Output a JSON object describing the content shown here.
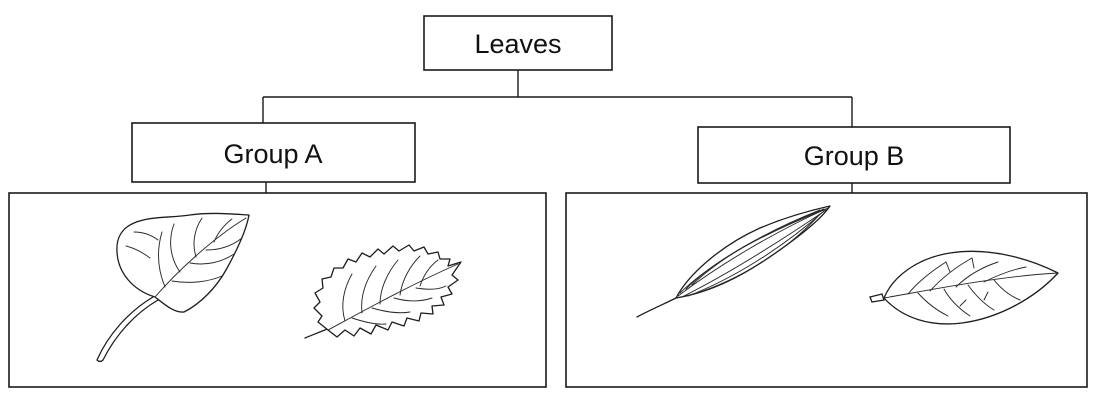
{
  "root": {
    "label": "Leaves"
  },
  "groups": [
    {
      "label": "Group A",
      "leaves": [
        "heart-shaped-leaf",
        "serrated-leaf"
      ]
    },
    {
      "label": "Group B",
      "leaves": [
        "parallel-veined-leaf",
        "net-veined-leaf"
      ]
    }
  ],
  "colors": {
    "line": "#1a1a1a",
    "background": "#ffffff"
  }
}
